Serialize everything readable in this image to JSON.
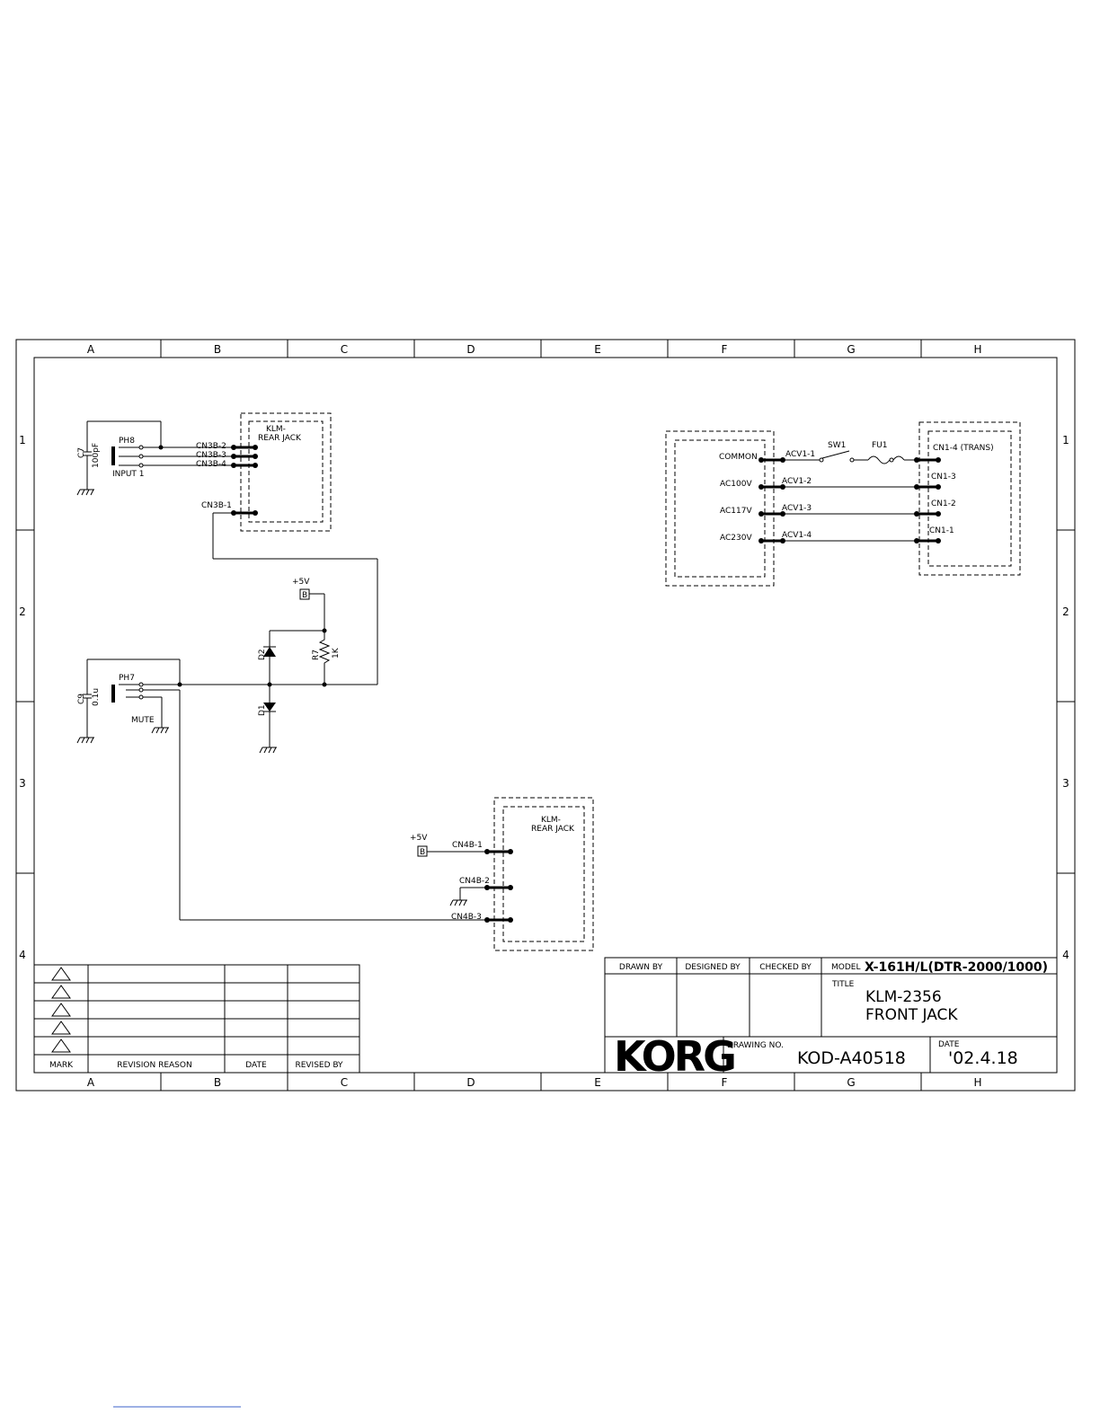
{
  "frame": {
    "columns": [
      "A",
      "B",
      "C",
      "D",
      "E",
      "F",
      "G",
      "H"
    ],
    "rows": [
      "1",
      "2",
      "3",
      "4"
    ]
  },
  "front_jack": {
    "ph8": "PH8",
    "c7": "C7",
    "c7_value": "100pF",
    "input1": "INPUT 1",
    "cn3b_2": "CN3B-2",
    "cn3b_3": "CN3B-3",
    "cn3b_4": "CN3B-4",
    "cn3b_1": "CN3B-1",
    "klm_box1_line1": "KLM-",
    "klm_box1_line2": "REAR JACK",
    "plus5v_a": "+5V",
    "b_mark": "B",
    "d2": "D2",
    "d1": "D1",
    "r7": "R7",
    "r7_value": "1K",
    "ph7": "PH7",
    "c9": "C9",
    "c9_value": "0.1u",
    "mute": "MUTE",
    "plus5v_b": "+5V",
    "cn4b_1": "CN4B-1",
    "cn4b_2": "CN4B-2",
    "cn4b_3": "CN4B-3",
    "klm_box2_line1": "KLM-",
    "klm_box2_line2": "REAR JACK"
  },
  "ac_section": {
    "common": "COMMON",
    "ac100v": "AC100V",
    "ac117v": "AC117V",
    "ac230v": "AC230V",
    "acv1_1": "ACV1-1",
    "acv1_2": "ACV1-2",
    "acv1_3": "ACV1-3",
    "acv1_4": "ACV1-4",
    "sw1": "SW1",
    "fu1": "FU1",
    "cn1_4": "CN1-4 (TRANS)",
    "cn1_3": "CN1-3",
    "cn1_2": "CN1-2",
    "cn1_1": "CN1-1"
  },
  "revision_table": {
    "mark": "MARK",
    "reason": "REVISION REASON",
    "date": "DATE",
    "revised_by": "REVISED BY"
  },
  "title_block": {
    "drawn_by": "DRAWN BY",
    "designed_by": "DESIGNED BY",
    "checked_by": "CHECKED BY",
    "model_label": "MODEL",
    "model_value": "X-161H/L(DTR-2000/1000)",
    "title_label": "TITLE",
    "title_line1": "KLM-2356",
    "title_line2": "FRONT JACK",
    "logo": "KORG",
    "drawing_no_label": "DRAWING NO.",
    "drawing_no_value": "KOD-A40518",
    "date_label": "DATE",
    "date_value": "'02.4.18"
  }
}
